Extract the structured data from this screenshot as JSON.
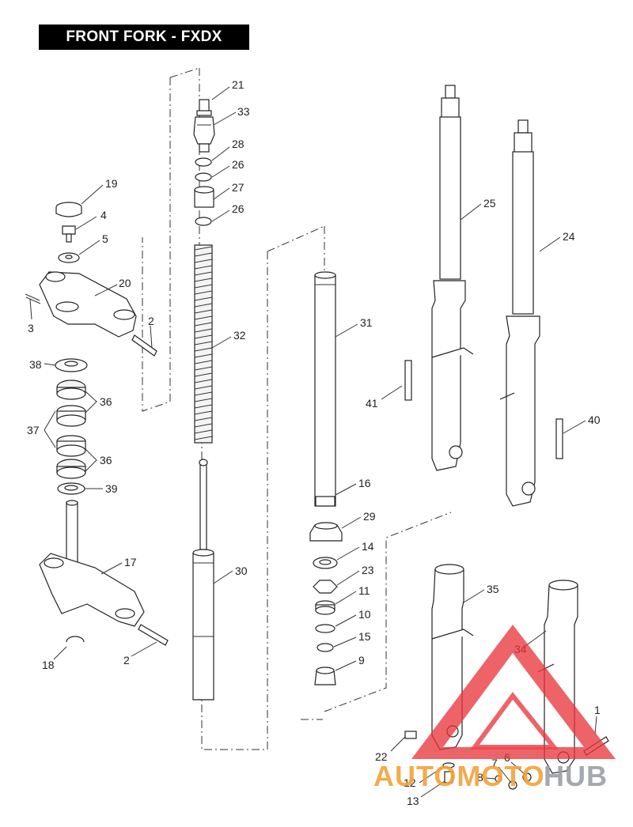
{
  "title": "FRONT FORK - FXDX",
  "colors": {
    "title_bg": "#000000",
    "title_text": "#ffffff",
    "line": "#222222",
    "watermark_red": "#e8343a",
    "watermark_orange": "#f3a23a",
    "watermark_gray": "#9aa0a6"
  },
  "watermark": {
    "part1": "AUTOMOTO",
    "part2": "HUB"
  },
  "callouts": [
    {
      "id": "c21",
      "text": "21"
    },
    {
      "id": "c33",
      "text": "33"
    },
    {
      "id": "c28",
      "text": "28"
    },
    {
      "id": "c26a",
      "text": "26"
    },
    {
      "id": "c27",
      "text": "27"
    },
    {
      "id": "c26b",
      "text": "26"
    },
    {
      "id": "c32",
      "text": "32"
    },
    {
      "id": "c30",
      "text": "30"
    },
    {
      "id": "c19",
      "text": "19"
    },
    {
      "id": "c4",
      "text": "4"
    },
    {
      "id": "c5",
      "text": "5"
    },
    {
      "id": "c20",
      "text": "20"
    },
    {
      "id": "c3",
      "text": "3"
    },
    {
      "id": "c2a",
      "text": "2"
    },
    {
      "id": "c38",
      "text": "38"
    },
    {
      "id": "c36a",
      "text": "36"
    },
    {
      "id": "c37",
      "text": "37"
    },
    {
      "id": "c36b",
      "text": "36"
    },
    {
      "id": "c39",
      "text": "39"
    },
    {
      "id": "c17",
      "text": "17"
    },
    {
      "id": "c18",
      "text": "18"
    },
    {
      "id": "c2b",
      "text": "2"
    },
    {
      "id": "c31",
      "text": "31"
    },
    {
      "id": "c16",
      "text": "16"
    },
    {
      "id": "c29",
      "text": "29"
    },
    {
      "id": "c14",
      "text": "14"
    },
    {
      "id": "c23",
      "text": "23"
    },
    {
      "id": "c11",
      "text": "11"
    },
    {
      "id": "c10",
      "text": "10"
    },
    {
      "id": "c15",
      "text": "15"
    },
    {
      "id": "c9",
      "text": "9"
    },
    {
      "id": "c25",
      "text": "25"
    },
    {
      "id": "c24",
      "text": "24"
    },
    {
      "id": "c41",
      "text": "41"
    },
    {
      "id": "c40",
      "text": "40"
    },
    {
      "id": "c35",
      "text": "35"
    },
    {
      "id": "c34",
      "text": "34"
    },
    {
      "id": "c1",
      "text": "1"
    },
    {
      "id": "c22",
      "text": "22"
    },
    {
      "id": "c12",
      "text": "12"
    },
    {
      "id": "c13",
      "text": "13"
    },
    {
      "id": "c8",
      "text": "8"
    },
    {
      "id": "c7",
      "text": "7"
    },
    {
      "id": "c6",
      "text": "6"
    }
  ]
}
